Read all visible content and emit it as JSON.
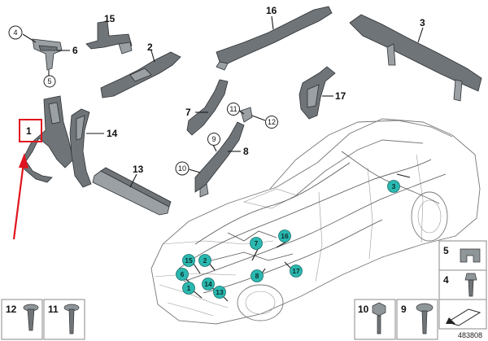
{
  "parts": {
    "p1": "1",
    "p2": "2",
    "p3": "3",
    "p4": "4",
    "p5": "5",
    "p6": "6",
    "p7": "7",
    "p8": "8",
    "p9": "9",
    "p10": "10",
    "p11": "11",
    "p12": "12",
    "p13": "13",
    "p14": "14",
    "p15": "15",
    "p16": "16",
    "p17": "17"
  },
  "car_markers": [
    "3",
    "7",
    "16",
    "15",
    "2",
    "6",
    "8",
    "17",
    "1",
    "14",
    "13"
  ],
  "hardware_boxes": [
    "12",
    "11",
    "10",
    "9",
    "5",
    "4"
  ],
  "reference_number": "483808",
  "colors": {
    "marker": "#2bb8b0",
    "highlight": "#e0141e",
    "part": "#6f7478"
  }
}
